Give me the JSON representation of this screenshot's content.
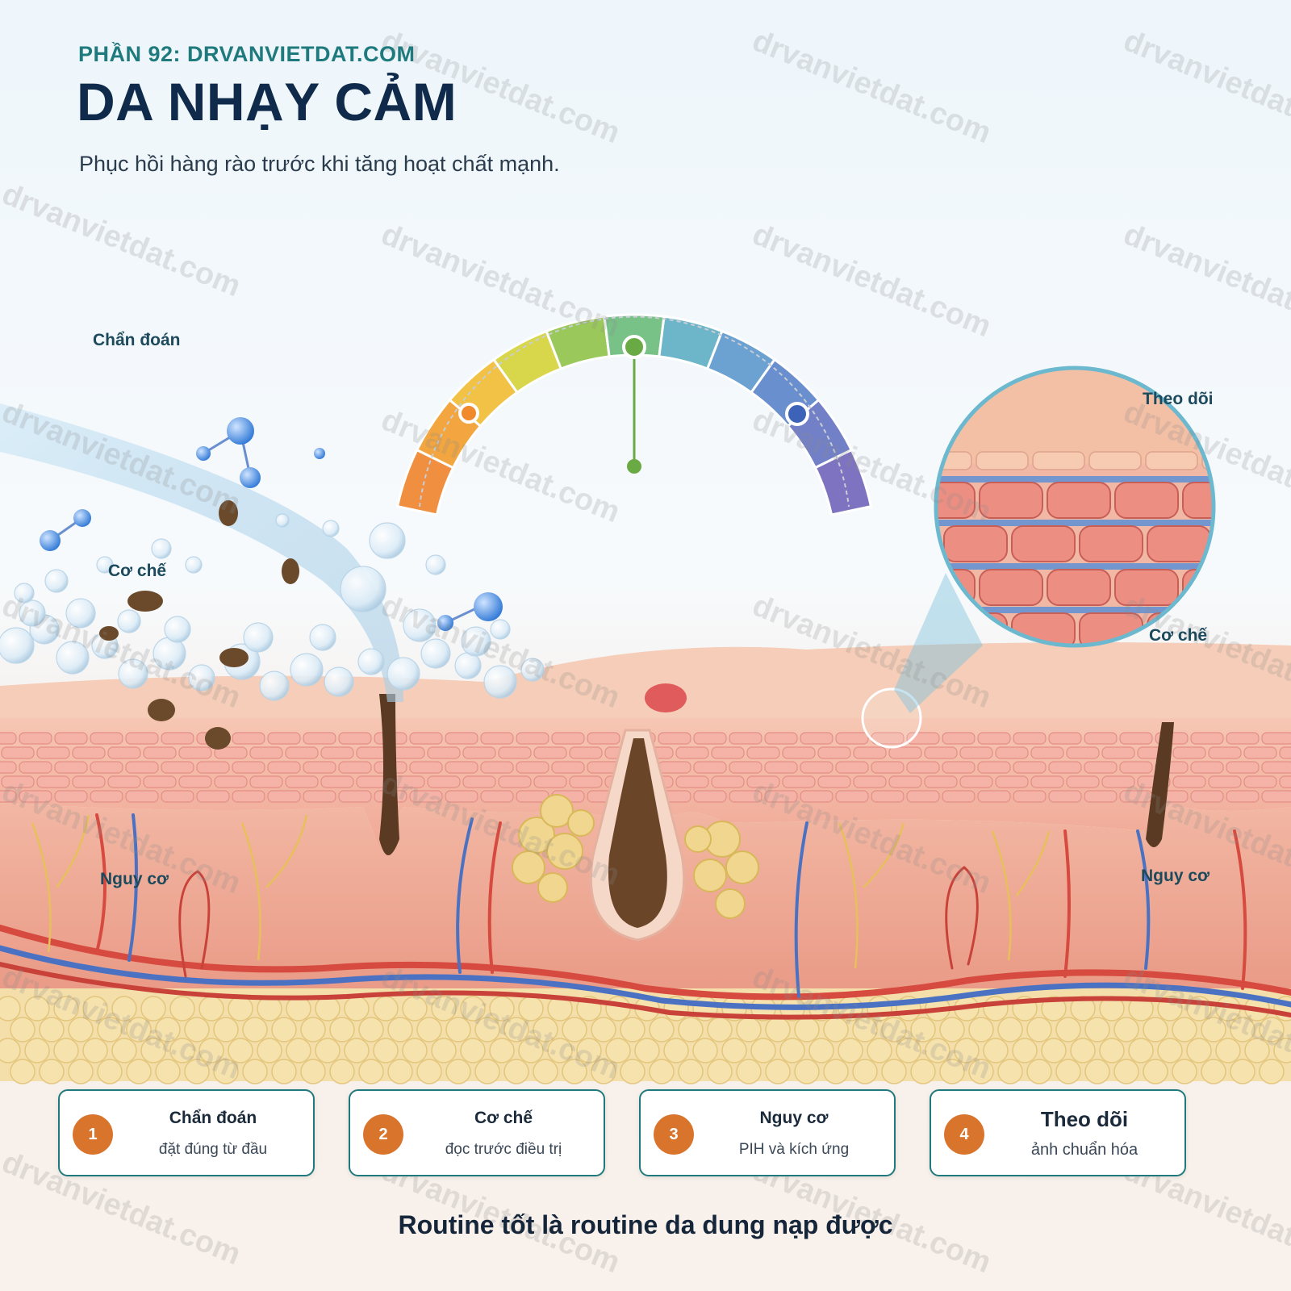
{
  "header": {
    "kicker": "PHẦN 92: DRVANVIETDAT.COM",
    "title": "DA NHẠY CẢM",
    "subtitle": "Phục hồi hàng rào trước khi tăng hoạt chất mạnh."
  },
  "watermark": "drvanvietdat.com",
  "gauge": {
    "segment_colors": [
      "#ef8f3f",
      "#f3a640",
      "#f2c246",
      "#d8d64a",
      "#9bc85a",
      "#78c288",
      "#6db6c9",
      "#6ba2d1",
      "#6a8fce",
      "#7280c8",
      "#7e73c0"
    ],
    "markers": [
      "#f08a2c",
      "#6aaa44",
      "#3d63b8"
    ]
  },
  "diagram_labels": {
    "chan_doan": "Chẩn đoán",
    "co_che_left": "Cơ chế",
    "nguy_co_left": "Nguy cơ",
    "theo_doi": "Theo dõi",
    "co_che_right": "Cơ chế",
    "nguy_co_right": "Nguy cơ"
  },
  "colors": {
    "accent": "#1f7a7e",
    "title": "#0f2a4a",
    "badge": "#d9742c",
    "skin": "#f2b8a6",
    "vessel_red": "#d64a3f",
    "vessel_blue": "#4b72c2",
    "fat": "#f1d690"
  },
  "cards": [
    {
      "num": "1",
      "title": "Chẩn đoán",
      "desc": "đặt đúng từ đầu"
    },
    {
      "num": "2",
      "title": "Cơ chế",
      "desc": "đọc trước điều trị"
    },
    {
      "num": "3",
      "title": "Nguy cơ",
      "desc": "PIH và kích ứng"
    },
    {
      "num": "4",
      "title": "Theo dõi",
      "desc": "ảnh chuẩn hóa"
    }
  ],
  "footer": "Routine tốt là routine da dung nạp được"
}
